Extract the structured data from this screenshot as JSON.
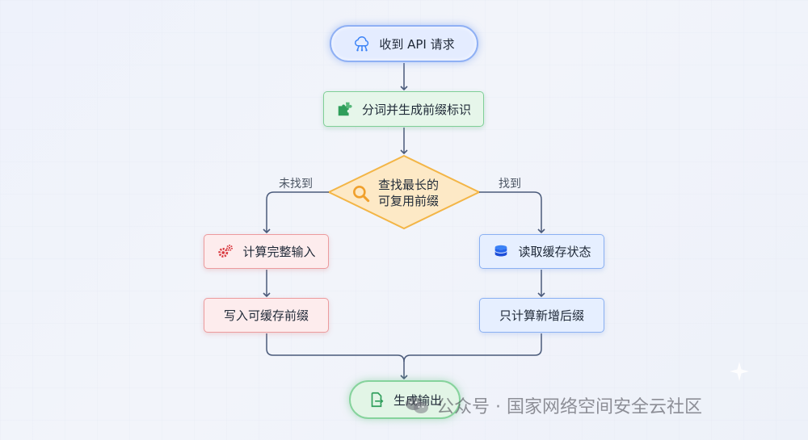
{
  "flowchart": {
    "start": {
      "label": "收到 API 请求",
      "icon": "cloud-network-icon"
    },
    "tokenize": {
      "label": "分词并生成前缀标识",
      "icon": "puzzle-icon"
    },
    "decision": {
      "line1": "查找最长的",
      "line2": "可复用前缀",
      "icon": "search-icon"
    },
    "branch_not_found": "未找到",
    "branch_found": "找到",
    "compute_full": {
      "label": "计算完整输入",
      "icon": "gears-icon"
    },
    "write_cache": {
      "label": "写入可缓存前缀"
    },
    "read_cache": {
      "label": "读取缓存状态",
      "icon": "database-icon"
    },
    "compute_new": {
      "label": "只计算新增后缀"
    },
    "end": {
      "label": "生成输出",
      "icon": "file-export-icon"
    }
  },
  "watermark": {
    "text": "公众号 · 国家网络空间安全云社区",
    "icon": "wechat-icon"
  },
  "colors": {
    "connector": "#4a5a7a",
    "start_border": "#8fb0f4",
    "green_border": "#7fcf97",
    "decision_fill": "#fde9c6",
    "decision_border": "#f3b546",
    "red_border": "#ec9a9d",
    "blue_border": "#8ab0f2",
    "icon_blue": "#3b82f6",
    "icon_green": "#2f9e5b",
    "icon_red": "#d9393f",
    "icon_orange": "#f0a02c"
  }
}
